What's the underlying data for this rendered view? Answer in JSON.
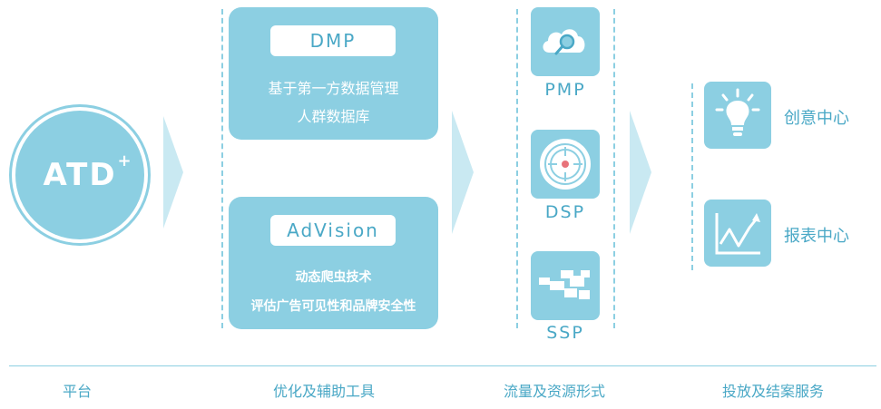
{
  "platform": {
    "name": "ATD",
    "sup": "+"
  },
  "dmp": {
    "title": "DMP",
    "lines": [
      "基于第一方数据管理",
      "人群数据库"
    ]
  },
  "advision": {
    "title": "AdVision",
    "lines": [
      "动态爬虫技术",
      "评估广告可见性和品牌安全性"
    ]
  },
  "traffic": [
    {
      "label": "PMP",
      "icon": "cloud-search-icon"
    },
    {
      "label": "DSP",
      "icon": "target-icon"
    },
    {
      "label": "SSP",
      "icon": "blocks-icon"
    }
  ],
  "services": [
    {
      "label": "创意中心",
      "icon": "lightbulb-icon"
    },
    {
      "label": "报表中心",
      "icon": "line-chart-icon"
    }
  ],
  "footer": [
    "平台",
    "优化及辅助工具",
    "流量及资源形式",
    "投放及结案服务"
  ],
  "colors": {
    "primary": "#8ccfe2",
    "text": "#4aa8c6",
    "arrow": "#c9e9f2",
    "target_center": "#e8737a"
  }
}
